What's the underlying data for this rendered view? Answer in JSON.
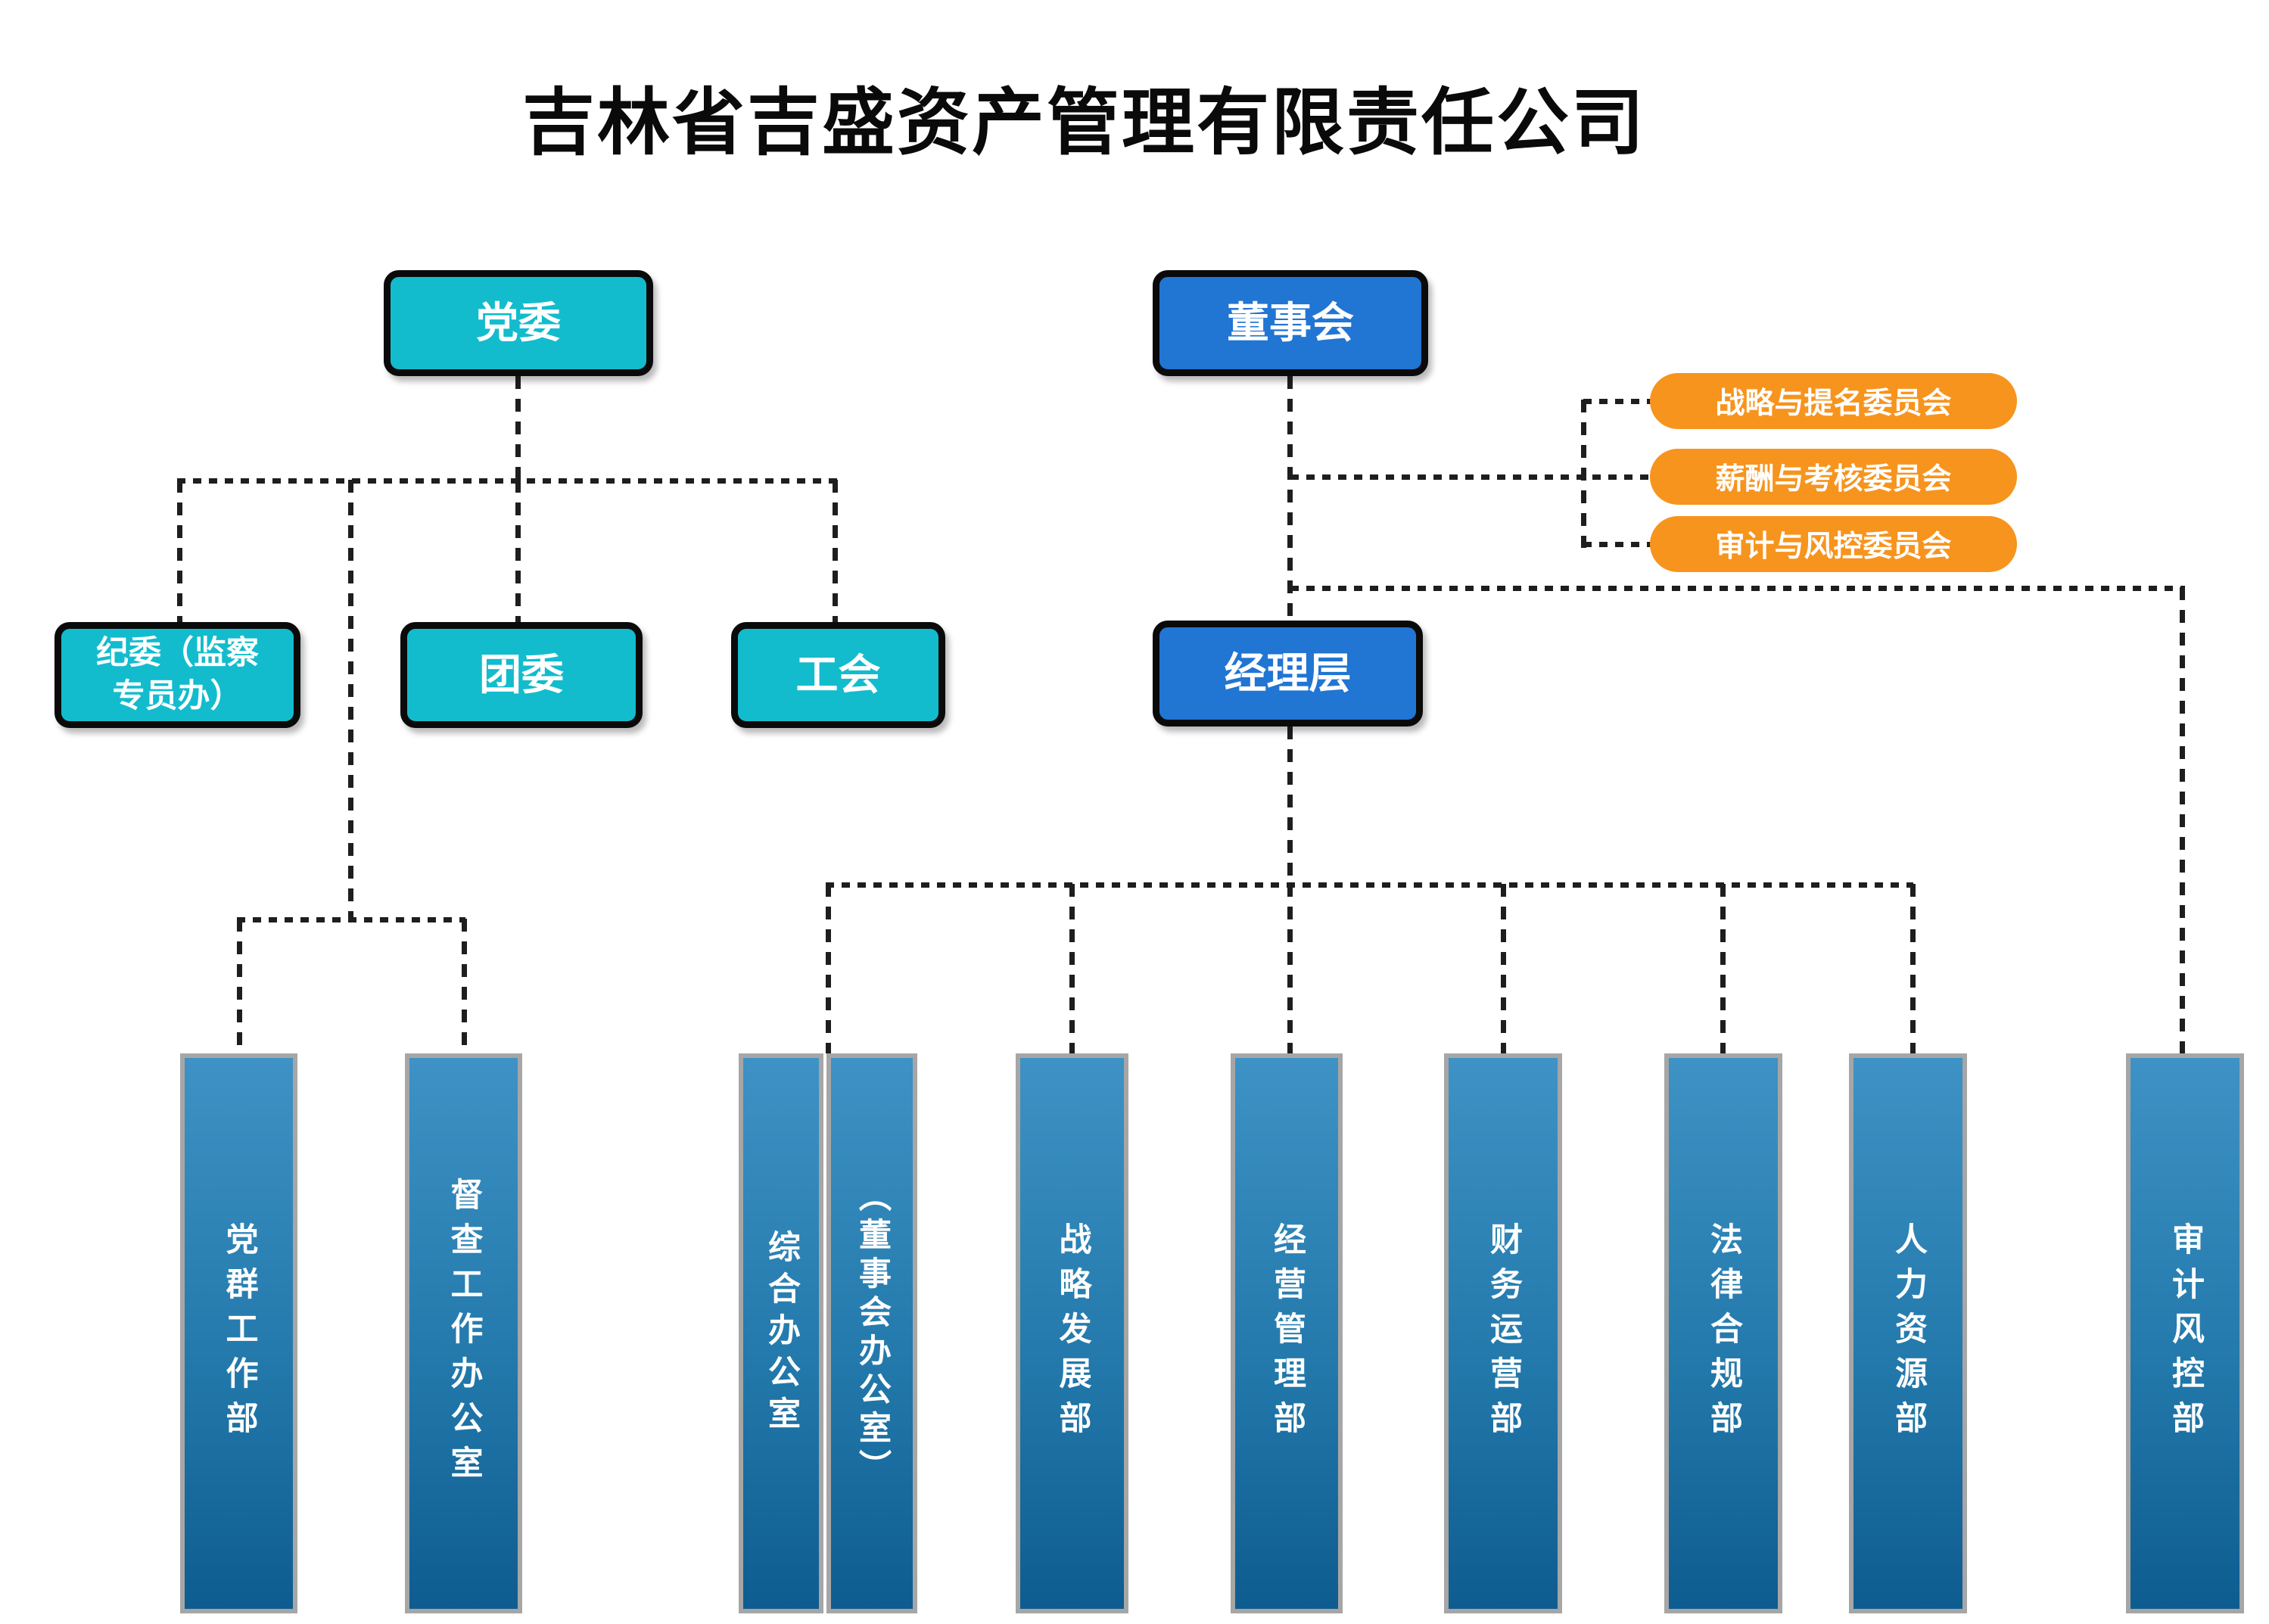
{
  "title": "吉林省吉盛资产管理有限责任公司",
  "colors": {
    "cyan_node": "#12bccd",
    "blue_node": "#2175d3",
    "orange_pill": "#f7941d",
    "bar_gradient_top": "#3e92c5",
    "bar_gradient_bottom": "#0e5c90",
    "bar_border": "#a6a6a6",
    "node_border": "#0a0a0a",
    "connector": "#1e1e1e",
    "text_on_fill": "#ffffff",
    "title_text": "#0a0a0a"
  },
  "party": {
    "root": {
      "label": "党委"
    },
    "children": [
      {
        "label": "纪委（监察专员办）",
        "line1": "纪委（监察",
        "line2": "专员办）"
      },
      {
        "label": "团委",
        "line1": "团委",
        "line2": ""
      },
      {
        "label": "工会",
        "line1": "工会",
        "line2": ""
      }
    ]
  },
  "board": {
    "root": {
      "label": "董事会"
    },
    "management": {
      "label": "经理层"
    },
    "committees": [
      {
        "label": "战略与提名委员会"
      },
      {
        "label": "薪酬与考核委员会"
      },
      {
        "label": "审计与风控委员会"
      }
    ]
  },
  "departments": [
    {
      "label": "党群工作部"
    },
    {
      "label": "督查工作办公室"
    },
    {
      "label": "综合办公室"
    },
    {
      "label": "（董事会办公室）"
    },
    {
      "label": "战略发展部"
    },
    {
      "label": "经营管理部"
    },
    {
      "label": "财务运营部"
    },
    {
      "label": "法律合规部"
    },
    {
      "label": "人力资源部"
    },
    {
      "label": "审计风控部"
    }
  ]
}
